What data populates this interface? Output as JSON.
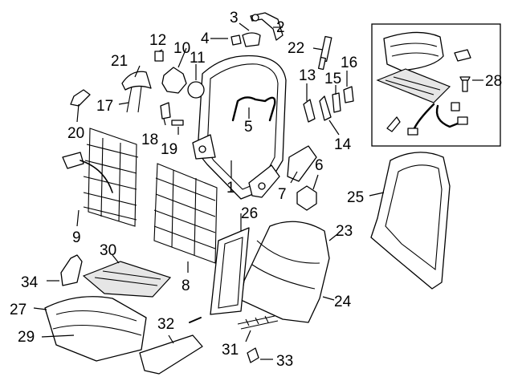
{
  "callouts": [
    {
      "id": "c1",
      "number": "1"
    },
    {
      "id": "c2",
      "number": "2"
    },
    {
      "id": "c3",
      "number": "3"
    },
    {
      "id": "c4",
      "number": "4"
    },
    {
      "id": "c5",
      "number": "5"
    },
    {
      "id": "c6",
      "number": "6"
    },
    {
      "id": "c7",
      "number": "7"
    },
    {
      "id": "c8",
      "number": "8"
    },
    {
      "id": "c9",
      "number": "9"
    },
    {
      "id": "c10",
      "number": "10"
    },
    {
      "id": "c11",
      "number": "11"
    },
    {
      "id": "c12",
      "number": "12"
    },
    {
      "id": "c13",
      "number": "13"
    },
    {
      "id": "c14",
      "number": "14"
    },
    {
      "id": "c15",
      "number": "15"
    },
    {
      "id": "c16",
      "number": "16"
    },
    {
      "id": "c17",
      "number": "17"
    },
    {
      "id": "c18",
      "number": "18"
    },
    {
      "id": "c19",
      "number": "19"
    },
    {
      "id": "c20",
      "number": "20"
    },
    {
      "id": "c21",
      "number": "21"
    },
    {
      "id": "c22",
      "number": "22"
    },
    {
      "id": "c23",
      "number": "23"
    },
    {
      "id": "c24",
      "number": "24"
    },
    {
      "id": "c25",
      "number": "25"
    },
    {
      "id": "c26",
      "number": "26"
    },
    {
      "id": "c27",
      "number": "27"
    },
    {
      "id": "c28",
      "number": "28"
    },
    {
      "id": "c29",
      "number": "29"
    },
    {
      "id": "c30",
      "number": "30"
    },
    {
      "id": "c31",
      "number": "31"
    },
    {
      "id": "c32",
      "number": "32"
    },
    {
      "id": "c33",
      "number": "33"
    },
    {
      "id": "c34",
      "number": "34"
    }
  ]
}
